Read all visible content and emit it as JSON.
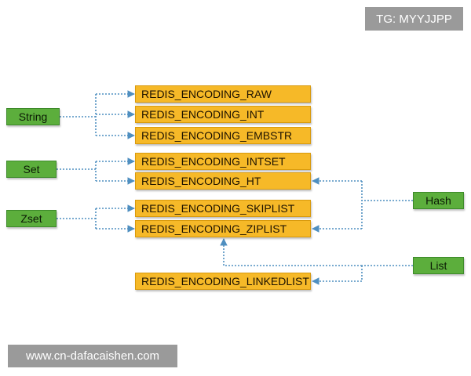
{
  "watermark_top": "TG: MYYJJPP",
  "watermark_bottom": "www.cn-dafacaishen.com",
  "types": {
    "string": "String",
    "set": "Set",
    "zset": "Zset",
    "hash": "Hash",
    "list": "List"
  },
  "encodings": {
    "raw": "REDIS_ENCODING_RAW",
    "int": "REDIS_ENCODING_INT",
    "embstr": "REDIS_ENCODING_EMBSTR",
    "intset": "REDIS_ENCODING_INTSET",
    "ht": "REDIS_ENCODING_HT",
    "skiplist": "REDIS_ENCODING_SKIPLIST",
    "ziplist": "REDIS_ENCODING_ZIPLIST",
    "linkedlist": "REDIS_ENCODING_LINKEDLIST"
  },
  "colors": {
    "type_box": "#5cae3c",
    "encoding_box": "#f6b928",
    "connector": "#4f8fc0",
    "watermark_bg": "#9a9a9a"
  }
}
